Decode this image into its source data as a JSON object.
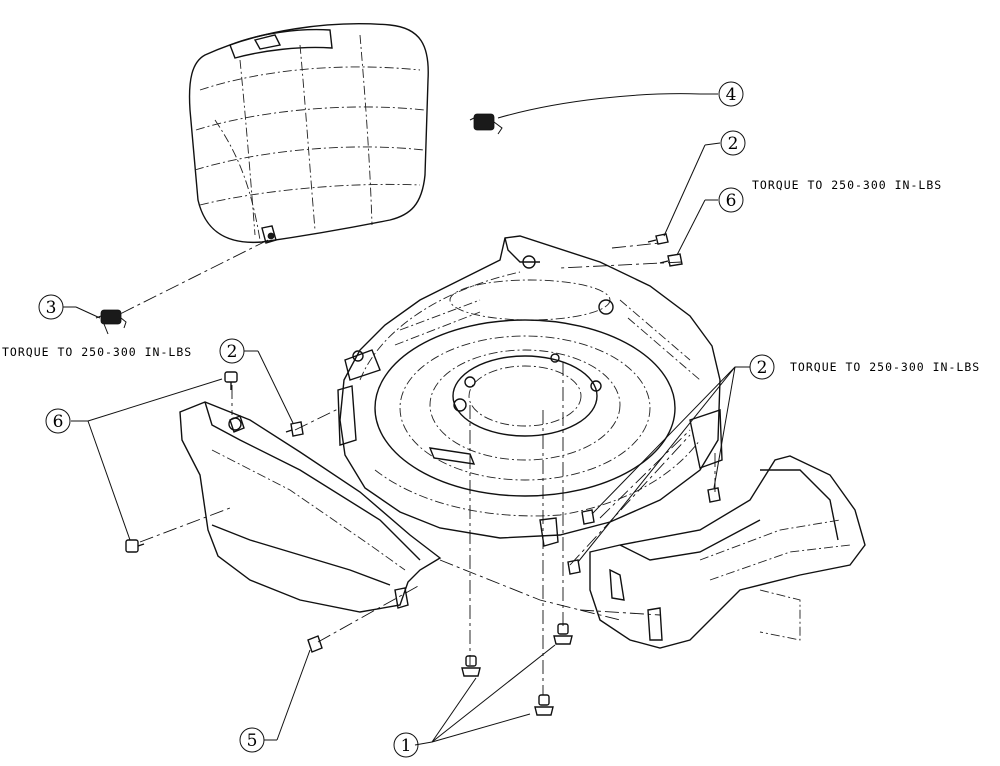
{
  "callouts": [
    {
      "id": "c1",
      "number": "1"
    },
    {
      "id": "c2a",
      "number": "2"
    },
    {
      "id": "c2b",
      "number": "2"
    },
    {
      "id": "c2c",
      "number": "2"
    },
    {
      "id": "c3",
      "number": "3"
    },
    {
      "id": "c4",
      "number": "4"
    },
    {
      "id": "c5",
      "number": "5"
    },
    {
      "id": "c6a",
      "number": "6"
    },
    {
      "id": "c6b",
      "number": "6"
    }
  ],
  "notes": {
    "torque_top_right": "TORQUE TO 250-300 IN-LBS",
    "torque_left": "TORQUE TO 250-300 IN-LBS",
    "torque_right": "TORQUE TO 250-300 IN-LBS"
  }
}
